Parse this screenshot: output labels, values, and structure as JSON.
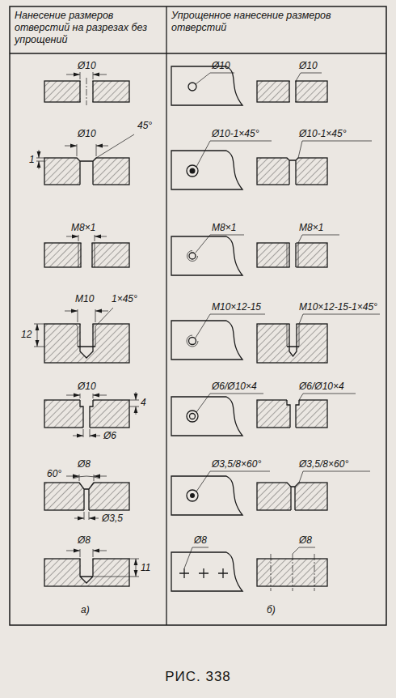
{
  "diagram": {
    "caption": "РИС. 338",
    "labels": [
      "Нанесение размеров отверстий на разрезах без упрощений",
      "Упрощенное нанесение размеров отверстий",
      "Ø10",
      "Ø10",
      "45°",
      "1",
      "M8×1",
      "M10",
      "1×45°",
      "12",
      "Ø10",
      "4",
      "Ø6",
      "60°",
      "Ø8",
      "Ø3,5",
      "Ø8",
      "11",
      "Ø10",
      "Ø10",
      "Ø10-1×45°",
      "Ø10-1×45°",
      "M8×1",
      "M8×1",
      "M10×12-15",
      "M10×12-15-1×45°",
      "Ø6/Ø10×4",
      "Ø6/Ø10×4",
      "Ø3,5/8×60°",
      "Ø3,5/8×60°",
      "Ø8",
      "Ø8",
      "а)",
      "б)"
    ]
  }
}
